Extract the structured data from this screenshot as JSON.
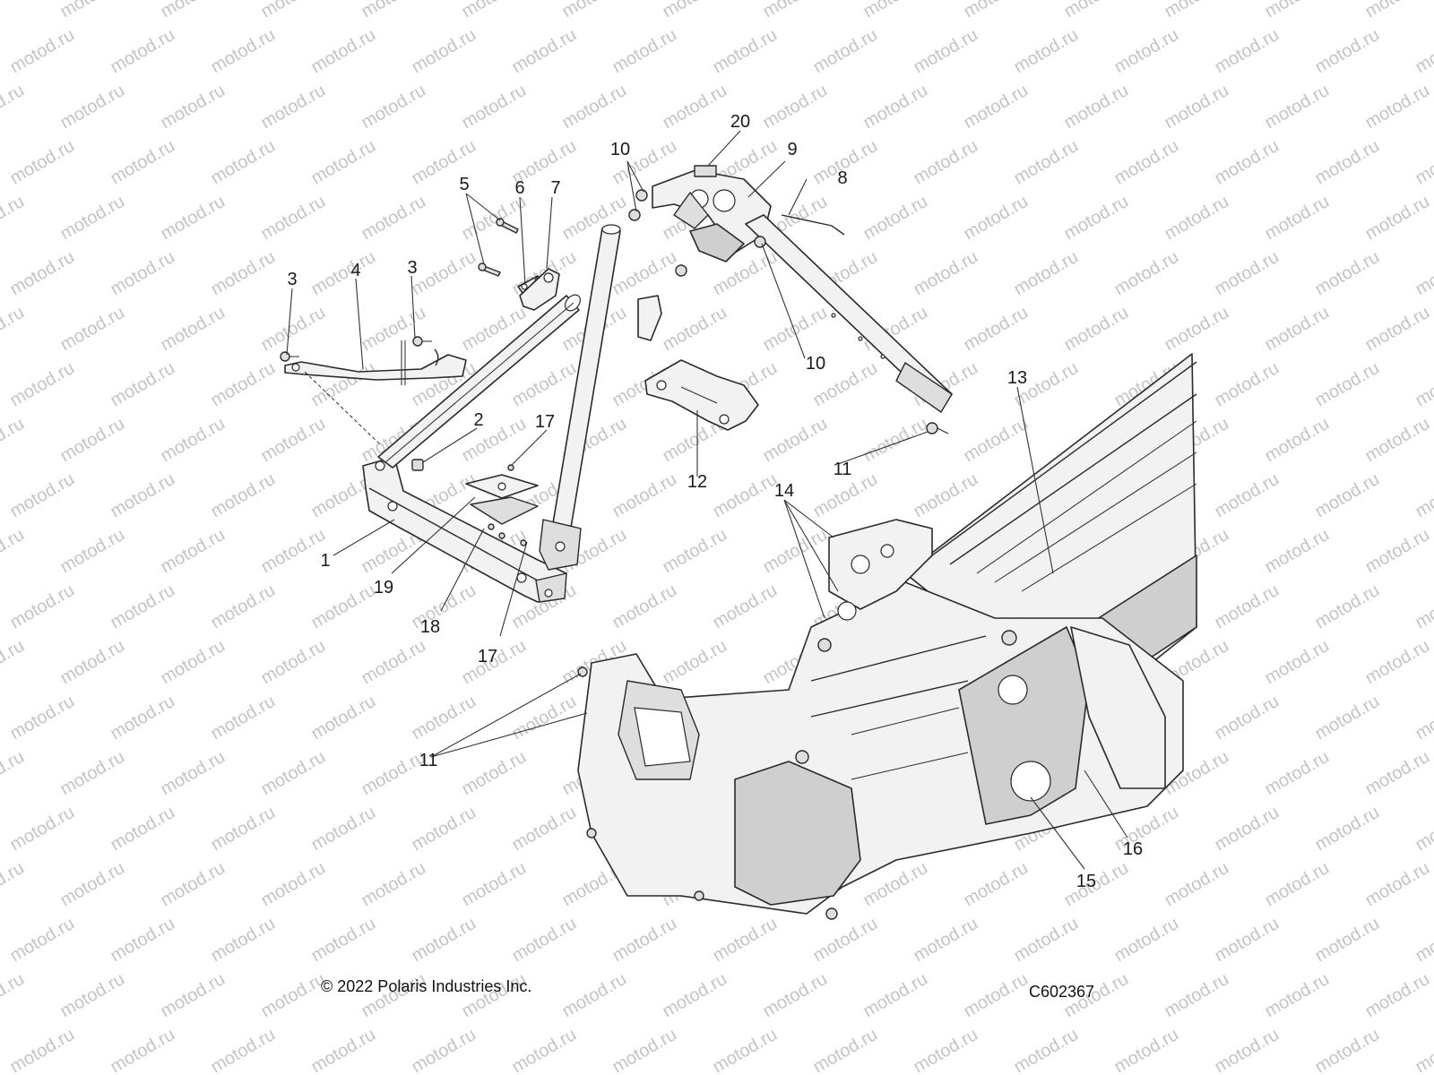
{
  "watermark": {
    "text": "motod.ru"
  },
  "callouts": [
    {
      "id": "c1",
      "text": "1"
    },
    {
      "id": "c2",
      "text": "2"
    },
    {
      "id": "c3a",
      "text": "3"
    },
    {
      "id": "c3b",
      "text": "3"
    },
    {
      "id": "c4",
      "text": "4"
    },
    {
      "id": "c5",
      "text": "5"
    },
    {
      "id": "c6",
      "text": "6"
    },
    {
      "id": "c7",
      "text": "7"
    },
    {
      "id": "c8",
      "text": "8"
    },
    {
      "id": "c9",
      "text": "9"
    },
    {
      "id": "c10a",
      "text": "10"
    },
    {
      "id": "c10b",
      "text": "10"
    },
    {
      "id": "c11a",
      "text": "11"
    },
    {
      "id": "c11b",
      "text": "11"
    },
    {
      "id": "c12",
      "text": "12"
    },
    {
      "id": "c13",
      "text": "13"
    },
    {
      "id": "c14",
      "text": "14"
    },
    {
      "id": "c15",
      "text": "15"
    },
    {
      "id": "c16",
      "text": "16"
    },
    {
      "id": "c17a",
      "text": "17"
    },
    {
      "id": "c17b",
      "text": "17"
    },
    {
      "id": "c18",
      "text": "18"
    },
    {
      "id": "c19",
      "text": "19"
    },
    {
      "id": "c20",
      "text": "20"
    }
  ],
  "footer": {
    "copyright": "© 2022 Polaris Industries Inc.",
    "drawing_number": "C602367"
  }
}
